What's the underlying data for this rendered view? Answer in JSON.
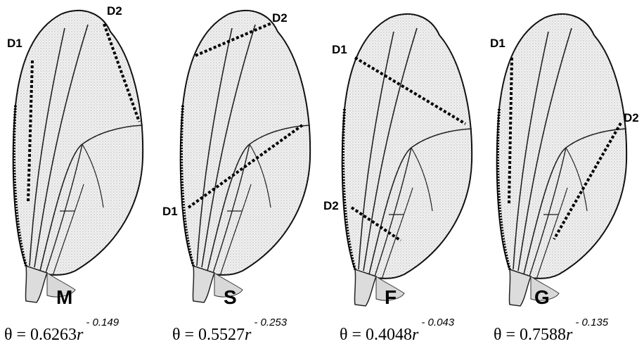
{
  "panels": [
    {
      "letter": "M",
      "point1": "D1",
      "point2": "D2",
      "theta_sym": "θ",
      "eq": "= 0.6263",
      "var": "r",
      "exponent": "- 0.149"
    },
    {
      "letter": "S",
      "point1": "D1",
      "point2": "D2",
      "theta_sym": "θ",
      "eq": "= 0.5527",
      "var": "r",
      "exponent": "- 0.253"
    },
    {
      "letter": "F",
      "point1": "D1",
      "point2": "D2",
      "theta_sym": "θ",
      "eq": "= 0.4048",
      "var": "r",
      "exponent": "- 0.043"
    },
    {
      "letter": "G",
      "point1": "D1",
      "point2": "D2",
      "theta_sym": "θ",
      "eq": "= 0.7588",
      "var": "r",
      "exponent": "- 0.135"
    }
  ],
  "colors": {
    "wing_fill": "#eeeeee",
    "vein": "#222222",
    "outline": "#111111",
    "dotted": "#000000"
  }
}
